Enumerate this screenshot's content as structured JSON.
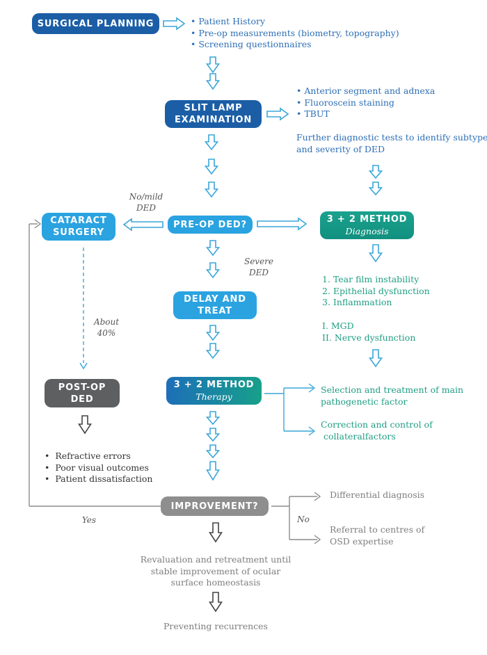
{
  "boxes": {
    "surgical_planning": "SURGICAL PLANNING",
    "slit_lamp": [
      "SLIT LAMP",
      "EXAMINATION"
    ],
    "cataract": [
      "CATARACT",
      "SURGERY"
    ],
    "preop": "PRE-OP DED?",
    "diagnosis": {
      "title": "3 + 2 METHOD",
      "subtitle": "Diagnosis"
    },
    "delay": [
      "DELAY AND",
      "TREAT"
    ],
    "therapy": {
      "title": "3 + 2 METHOD",
      "subtitle": "Therapy"
    },
    "postop": [
      "POST-OP",
      "DED"
    ],
    "improvement": "IMPROVEMENT?"
  },
  "lists": {
    "planning": [
      "• Patient History",
      "• Pre-op measurements (biometry, topography)",
      "• Screening questionnaires"
    ],
    "slit_lamp": [
      "• Anterior segment and adnexa",
      "• Fluoroscein staining",
      "• TBUT"
    ],
    "further_tests": [
      "Further diagnostic tests to identify subtype",
      "and severity of DED"
    ],
    "diagnosis_items": [
      "1. Tear film instability",
      "2. Epithelial dysfunction",
      "3. Inflammation"
    ],
    "diagnosis_roman": [
      "I. MGD",
      "II. Nerve dysfunction"
    ],
    "therapy_selection": [
      "Selection and treatment of main",
      "pathogenetic factor"
    ],
    "therapy_correction": [
      "Correction and control of",
      " collateralfactors"
    ],
    "postop_issues": [
      "•  Refractive errors",
      "•  Poor visual outcomes",
      "•  Patient dissatisfaction"
    ],
    "differential": "Differential diagnosis",
    "referral": [
      "Referral to centres of",
      "OSD expertise"
    ],
    "revaluation": [
      "Revaluation and retreatment until",
      "stable improvement of ocular",
      "surface homeostasis"
    ],
    "preventing": "Preventing recurrences"
  },
  "labels": {
    "no_mild": [
      "No/mild",
      "DED"
    ],
    "severe": [
      "Severe",
      "DED"
    ],
    "about": [
      "About",
      "40%"
    ],
    "yes": "Yes",
    "no": "No"
  },
  "colors": {
    "dark_blue": "#1b5ea6",
    "light_blue": "#2aa3e0",
    "teal": "#17a08a",
    "dark_grey": "#5d5f61",
    "mid_grey": "#8e8e8e",
    "arrow_blue": "#3aa6d8",
    "text_blue": "#2d6fb5",
    "text_green": "#1f9e83"
  }
}
